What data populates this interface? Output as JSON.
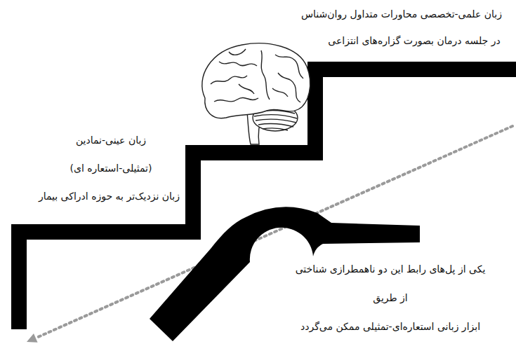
{
  "diagram": {
    "labels": [
      "زبان علمی-تخصصی محاورات متداول روان‌شناس",
      "در جلسه درمان بصورت گزاره‌های انتزاعی",
      "زبان عینی-نمادین",
      "(تمثیلی-استعاره ای)",
      "زبان نزدیک‌تر به حوزه ادراکی بیمار",
      "یکی از پل‌های رابط این دو ناهمطرازی شناختی",
      "از طریق",
      "ابزار زبانی استعاره‌ای-تمثیلی ممکن می‌گردد"
    ]
  }
}
